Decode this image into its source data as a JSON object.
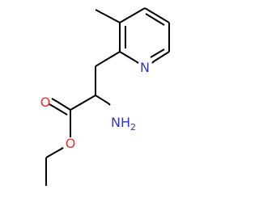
{
  "molecule": {
    "atoms": {
      "nitrogen_ring": {
        "text": "N",
        "color": "#3333cc"
      },
      "oxygen_carbonyl": {
        "text": "O",
        "color": "#e8322a"
      },
      "oxygen_ester": {
        "text": "O",
        "color": "#e8322a"
      },
      "amine": {
        "text": "NH",
        "subscript": "2",
        "color": "#3333cc"
      }
    },
    "bond_color": "#000000"
  }
}
